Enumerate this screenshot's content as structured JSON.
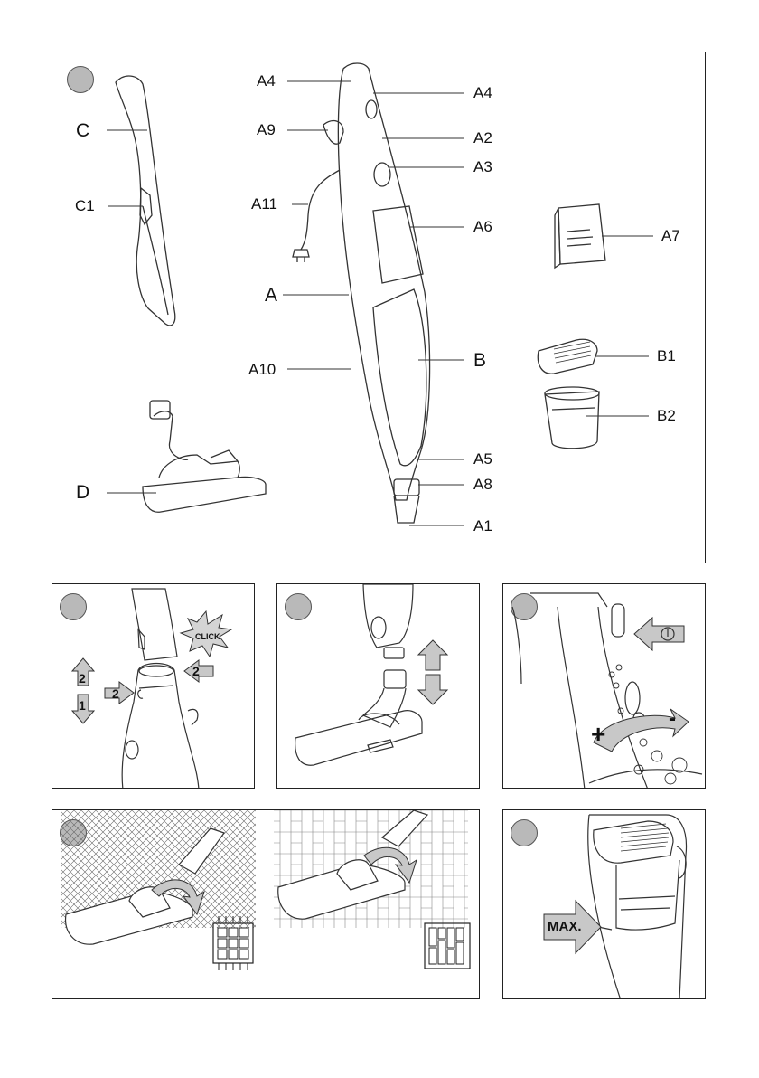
{
  "main_panel": {
    "labels": {
      "C": "C",
      "C1": "C1",
      "D": "D",
      "A": "A",
      "A1": "A1",
      "A2": "A2",
      "A3": "A3",
      "A4_left": "A4",
      "A4_right": "A4",
      "A5": "A5",
      "A6": "A6",
      "A7": "A7",
      "A8": "A8",
      "A9": "A9",
      "A10": "A10",
      "A11": "A11",
      "B": "B",
      "B1": "B1",
      "B2": "B2"
    }
  },
  "panel2": {
    "click_text": "CLICK",
    "arrow_up": "2",
    "arrow_down": "1",
    "arrow_right": "2",
    "arrow_left": "2"
  },
  "panel4": {
    "plus": "+",
    "minus": "-"
  },
  "panel6": {
    "max_text": "MAX."
  },
  "colors": {
    "border": "#222222",
    "badge": "#b9b9b9",
    "arrow_fill": "#c8c8c8",
    "line": "#333333"
  }
}
